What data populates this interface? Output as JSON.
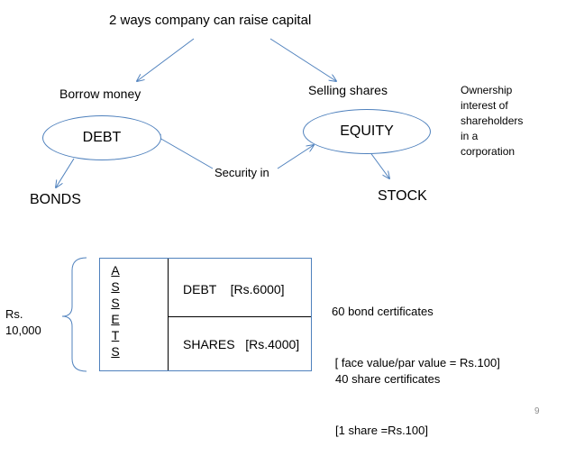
{
  "title": "2 ways company can raise capital",
  "left_branch": {
    "label": "Borrow money",
    "node": "DEBT",
    "result": "BONDS"
  },
  "right_branch": {
    "label": "Selling shares",
    "node": "EQUITY",
    "result": "STOCK"
  },
  "equity_note": [
    "Ownership",
    "interest of",
    "shareholders",
    "in a",
    "corporation"
  ],
  "relation_label": "Security in",
  "assets": {
    "letters": [
      "A",
      "S",
      "S",
      "E",
      "T",
      "S"
    ],
    "total_label": [
      "Rs.",
      "10,000"
    ],
    "rows": [
      {
        "label": "DEBT    [Rs.6000]",
        "note": [
          "60 bond certificates",
          " [ face value/par value = Rs.100]"
        ]
      },
      {
        "label": "SHARES   [Rs.4000]",
        "note": [
          "40 share certificates",
          "[1 share =Rs.100]"
        ]
      }
    ]
  },
  "page_number": "9",
  "colors": {
    "arrow": "#4f81bd",
    "ellipse_border": "#4f81bd",
    "box_border": "#4f81bd"
  }
}
